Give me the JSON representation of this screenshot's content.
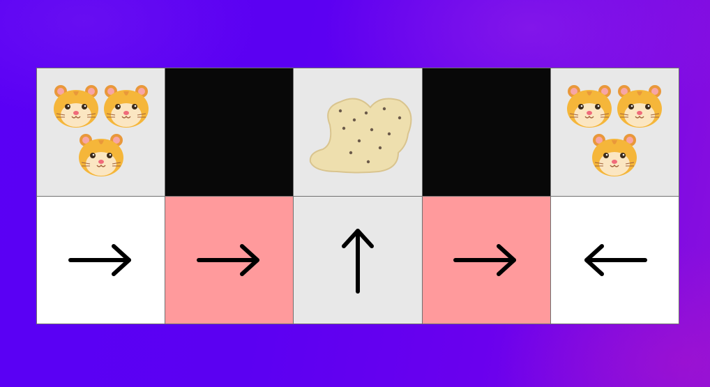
{
  "board": {
    "rows": 2,
    "cols": 5,
    "top_row": [
      {
        "type": "hamsters",
        "count": 3
      },
      {
        "type": "wall"
      },
      {
        "type": "bread"
      },
      {
        "type": "wall"
      },
      {
        "type": "hamsters",
        "count": 3
      }
    ],
    "bottom_row": [
      {
        "arrow": "right",
        "tile": "white"
      },
      {
        "arrow": "right",
        "tile": "pink"
      },
      {
        "arrow": "up",
        "tile": "grey"
      },
      {
        "arrow": "right",
        "tile": "pink"
      },
      {
        "arrow": "left",
        "tile": "white"
      }
    ]
  },
  "colors": {
    "wall": "#080808",
    "floor": "#e8e8e8",
    "pink_tile": "#ff9a9c",
    "white_tile": "#ffffff",
    "hamster_fur": "#f5b63a",
    "bread": "#eedfae"
  },
  "icons": {
    "hamster": "hamster-icon",
    "bread": "bread-icon",
    "arrow_right": "arrow-right-icon",
    "arrow_left": "arrow-left-icon",
    "arrow_up": "arrow-up-icon"
  }
}
